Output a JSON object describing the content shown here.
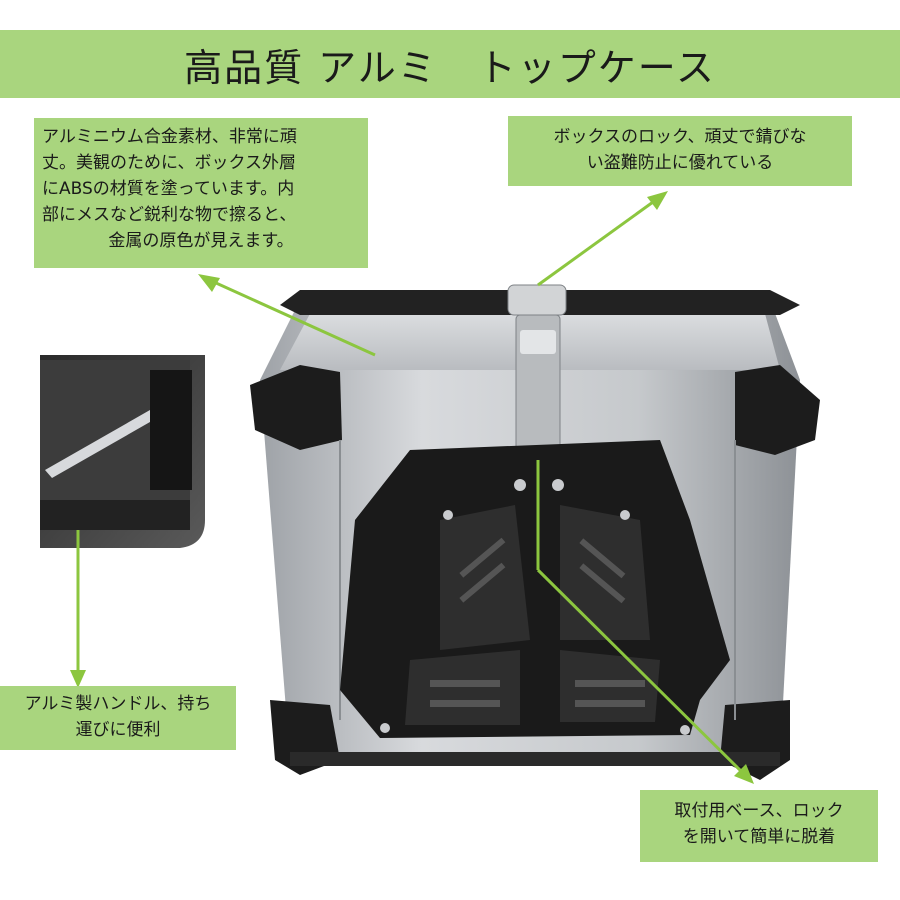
{
  "title": "高品質 アルミ　トップケース",
  "callouts": {
    "material": {
      "line1": "アルミニウム合金素材、非常に頑",
      "line2": "丈。美観のために、ボックス外層",
      "line3": "にABSの材質を塗っています。内",
      "line4": "部にメスなど鋭利な物で擦ると、",
      "line5": "金属の原色が見えます。"
    },
    "lock": {
      "line1": "ボックスのロック、頑丈で錆びな",
      "line2": "い盗難防止に優れている"
    },
    "handle": {
      "line1": "アルミ製ハンドル、持ち",
      "line2": "運びに便利"
    },
    "base": {
      "line1": "取付用ベース、ロック",
      "line2": "を開いて簡単に脱着"
    }
  },
  "colors": {
    "accent_green": "#a9d57e",
    "arrow_green": "#8cc63f",
    "case_silver": "#b9bcc0",
    "frame_black": "#1c1c1c"
  }
}
